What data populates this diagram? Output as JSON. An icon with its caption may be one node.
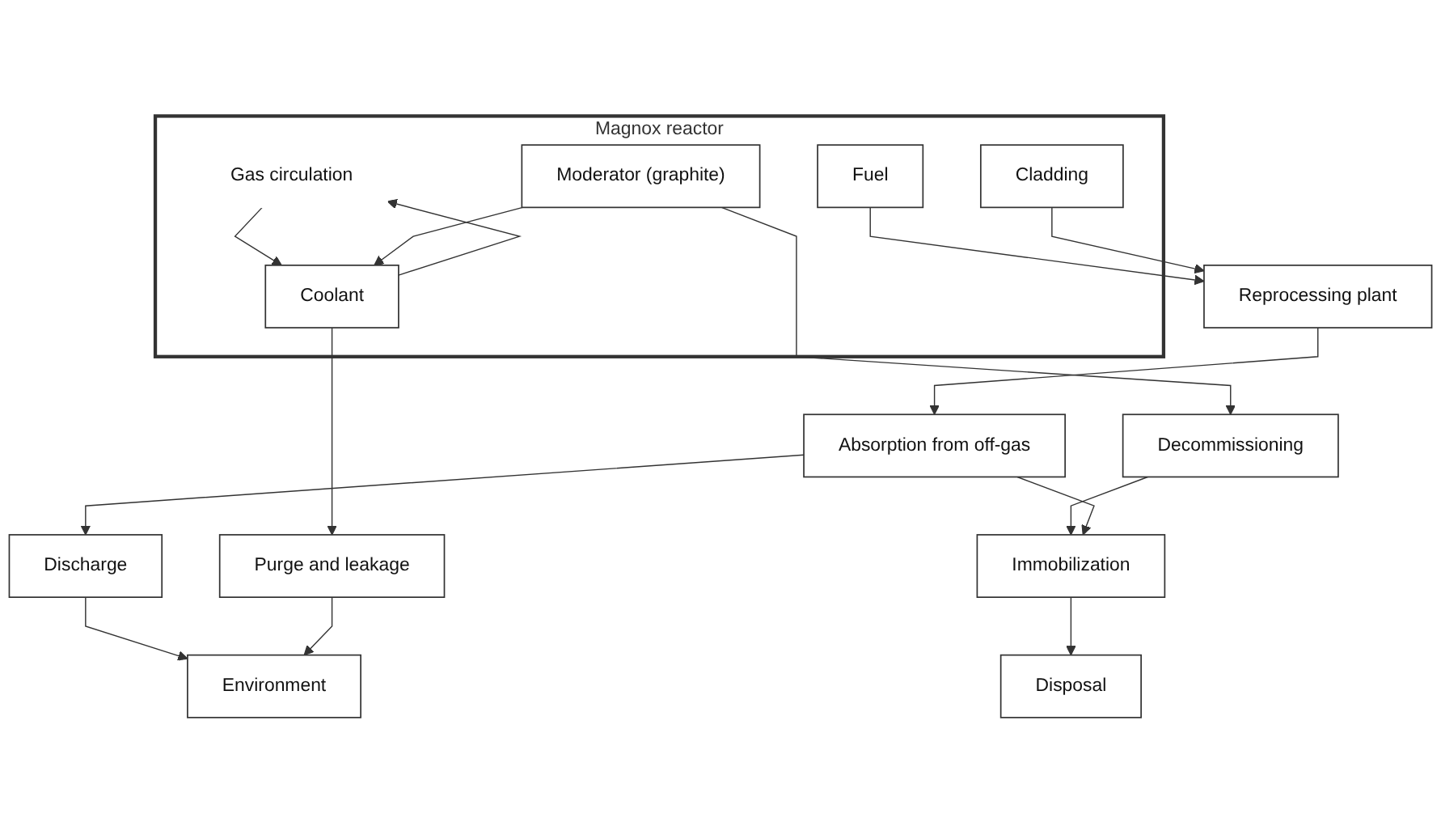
{
  "diagram": {
    "nodes": [
      {
        "text": [
          "Magnox reactor"
        ]
      },
      {
        "text": [
          "Gas circulation"
        ],
        "in": 0
      },
      {
        "text": [
          "Fuel"
        ],
        "in": 0
      },
      {
        "text": [
          "Cladding"
        ],
        "in": 0
      },
      {
        "text": [
          "Moderator (graphite)"
        ],
        "in": 0
      },
      {
        "text": [
          "Coolant"
        ],
        "in": 0
      },
      {
        "text": [
          "Reprocessing plant"
        ]
      },
      {
        "text": [
          "Decommissioning"
        ]
      },
      {
        "text": [
          "Purge and leakage"
        ]
      },
      {
        "text": [
          "Absorption from off-gas"
        ]
      },
      {
        "text": [
          "Immobilization"
        ]
      },
      {
        "text": [
          "Discharge"
        ]
      },
      {
        "text": [
          "Disposal"
        ]
      },
      {
        "text": [
          "Environment"
        ]
      }
    ],
    "edges": [
      {
        "from": 5,
        "to": 1,
        "arrow": "to"
      },
      {
        "from": 1,
        "to": 5,
        "arrow": "to"
      },
      {
        "from": 4,
        "to": 5,
        "arrow": "to"
      },
      {
        "from": 2,
        "to": 6,
        "arrow": "to"
      },
      {
        "from": 3,
        "to": 6,
        "arrow": "to"
      },
      {
        "from": 4,
        "to": 7,
        "arrow": "to"
      },
      {
        "from": 5,
        "to": 8,
        "arrow": "to"
      },
      {
        "from": 6,
        "to": 9,
        "arrow": "to"
      },
      {
        "from": 7,
        "to": 10,
        "arrow": "to"
      },
      {
        "from": 9,
        "to": 10,
        "arrow": "to"
      },
      {
        "from": 10,
        "to": 12,
        "arrow": "to"
      },
      {
        "from": 9,
        "to": 11,
        "arrow": "to"
      },
      {
        "from": 11,
        "to": 13,
        "arrow": "to"
      },
      {
        "from": 8,
        "to": 13,
        "arrow": "to"
      }
    ]
  }
}
